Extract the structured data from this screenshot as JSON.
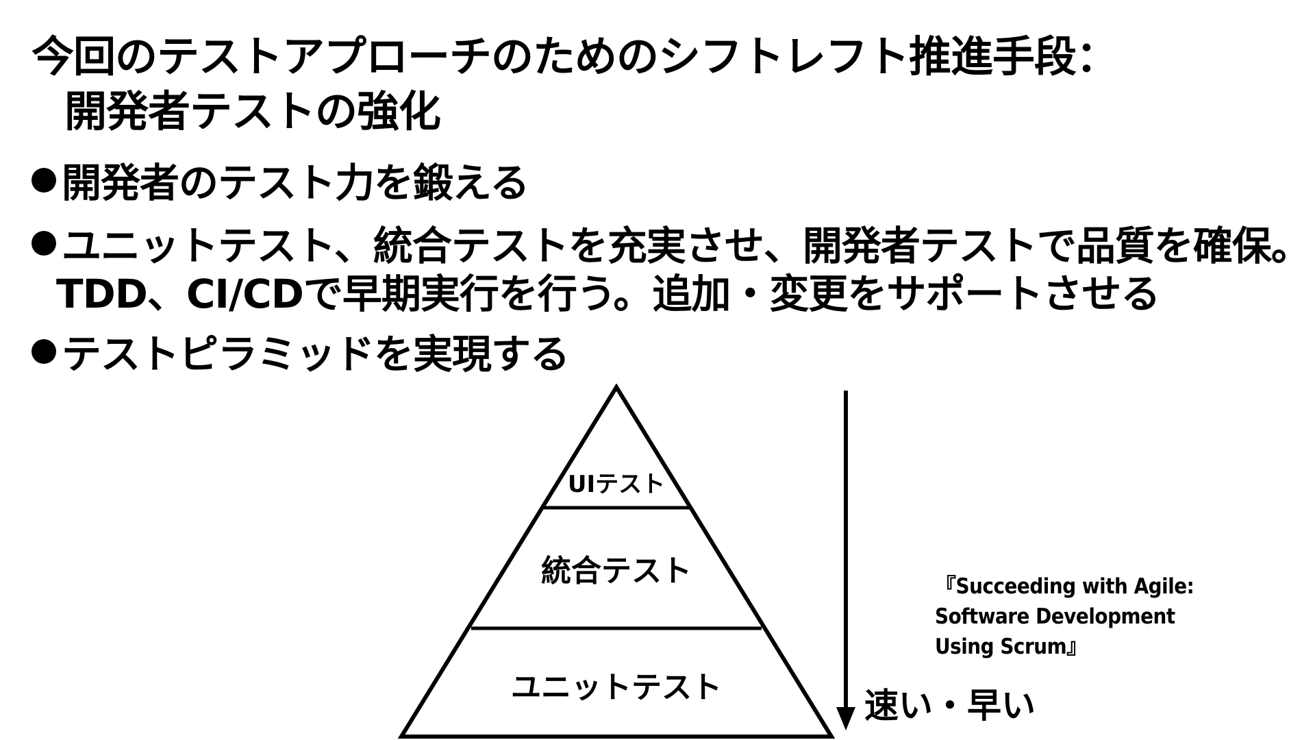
{
  "title": {
    "line1": "今回のテストアプローチのためのシフトレフト推進手段：",
    "line2": "開発者テストの強化"
  },
  "bullets": [
    {
      "text": "開発者のテスト力を鍛える"
    },
    {
      "text": "ユニットテスト、統合テストを充実させ、開発者テストで品質を確保。",
      "continuation": "TDD、CI/CDで早期実行を行う。追加・変更をサポートさせる"
    },
    {
      "text": "テストピラミッドを実現する"
    }
  ],
  "pyramid": {
    "tiers": [
      {
        "label": "UIテスト"
      },
      {
        "label": "統合テスト"
      },
      {
        "label": "ユニットテスト"
      }
    ]
  },
  "arrow": {
    "label": "速い・早い"
  },
  "citation": {
    "lines": [
      "『Succeeding with Agile:",
      "Software Development",
      "Using Scrum』"
    ]
  }
}
